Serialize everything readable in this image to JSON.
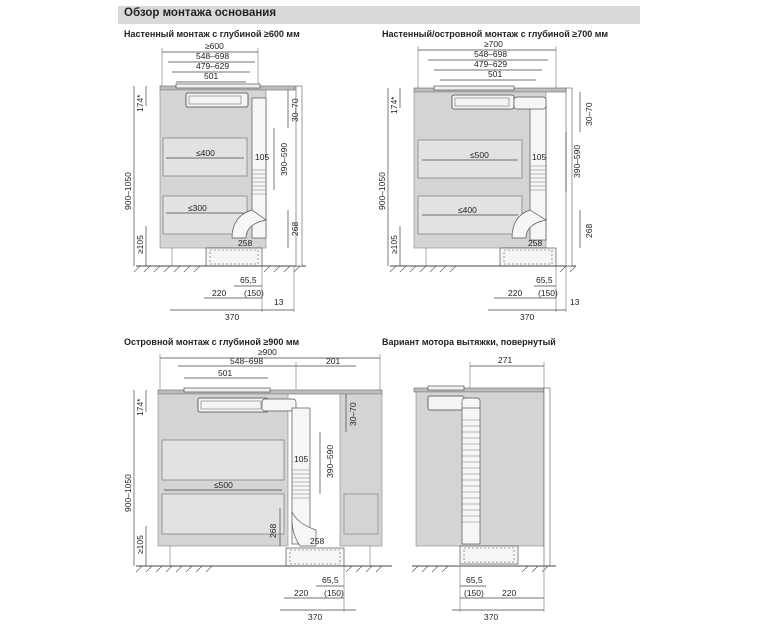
{
  "header": {
    "title": "Обзор монтажа основания"
  },
  "diagrams": [
    {
      "title": "Настенный монтаж с глубиной ≥600 мм",
      "dims": {
        "top_1": "≥600",
        "top_2": "548–698",
        "top_3": "479–629",
        "top_4": "501",
        "left_top": "174*",
        "left_total": "900–1050",
        "left_bottom": "≥105",
        "drawer_top": "≤400",
        "drawer_bottom": "≤300",
        "d105": "105",
        "right_1": "30–70",
        "right_2": "390–590",
        "right_3": "268",
        "d258": "258",
        "d65": "65,5",
        "d220": "220",
        "d150": "(150)",
        "d13": "13",
        "d370": "370"
      }
    },
    {
      "title": "Настенный/островной монтаж с глубиной ≥700 мм",
      "dims": {
        "top_1": "≥700",
        "top_2": "548–698",
        "top_3": "479–629",
        "top_4": "501",
        "left_top": "174*",
        "left_total": "900–1050",
        "left_bottom": "≥105",
        "drawer_top": "≤500",
        "drawer_bottom": "≤400",
        "d105": "105",
        "right_1": "30–70",
        "right_2": "390–590",
        "right_3": "268",
        "d258": "258",
        "d65": "65,5",
        "d220": "220",
        "d150": "(150)",
        "d13": "13",
        "d370": "370"
      }
    },
    {
      "title": "Островной монтаж с глубиной ≥900 мм",
      "dims": {
        "top_1": "≥900",
        "top_2": "548–698",
        "top_3": "501",
        "top_201": "201",
        "left_top": "174*",
        "left_total": "900–1050",
        "left_bottom": "≥105",
        "drawer": "≤500",
        "d105": "105",
        "right_1": "30–70",
        "right_2": "390–590",
        "right_3": "268",
        "d258": "258",
        "d65": "65,5",
        "d220": "220",
        "d150": "(150)",
        "d370": "370"
      }
    },
    {
      "title": "Вариант мотора вытяжки, повернутый",
      "dims": {
        "d271": "271",
        "d65": "65,5",
        "d150": "(150)",
        "d220": "220",
        "d370": "370"
      }
    }
  ]
}
